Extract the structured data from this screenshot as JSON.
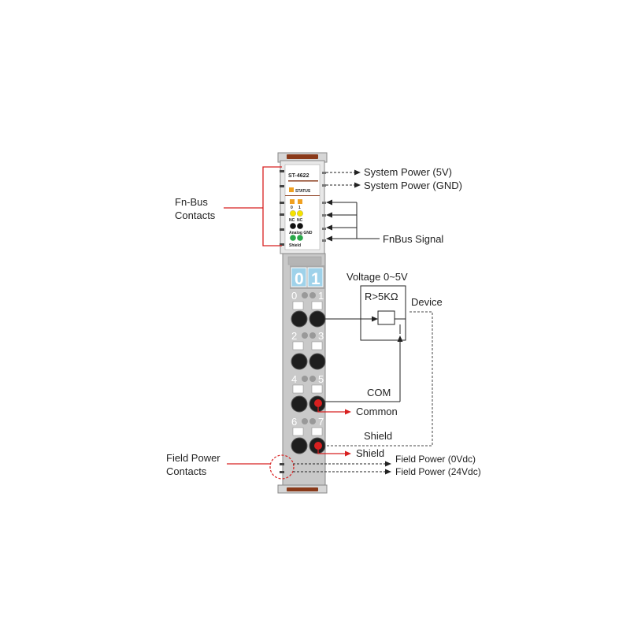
{
  "module": {
    "model": "ST-4622",
    "status_label": "STATUS",
    "led_channels": [
      "0",
      "1"
    ],
    "nc_labels": [
      "NC",
      "NC"
    ],
    "analog_gnd_label": "Analog GND",
    "shield_label": "Shield",
    "channel_display": [
      "0",
      "1"
    ],
    "terminal_numbers": [
      "0",
      "1",
      "2",
      "3",
      "4",
      "5",
      "6",
      "7"
    ]
  },
  "labels": {
    "fn_bus_line1": "Fn-Bus",
    "fn_bus_line2": "Contacts",
    "field_power_line1": "Field Power",
    "field_power_line2": "Contacts",
    "system_power_5v": "System Power (5V)",
    "system_power_gnd": "System Power (GND)",
    "fnbus_signal": "FnBus Signal",
    "voltage": "Voltage 0~5V",
    "resistance": "R>5KΩ",
    "device": "Device",
    "com": "COM",
    "common": "Common",
    "shield_top": "Shield",
    "shield_bottom": "Shield",
    "field_power_0v": "Field Power (0Vdc)",
    "field_power_24v": "Field Power (24Vdc)"
  },
  "colors": {
    "red_line": "#d82020",
    "module_body": "#c9c9c9",
    "module_cap": "#8a3a1a",
    "status_orange": "#f0a020",
    "led_yellow": "#f5e200",
    "led_black": "#111111",
    "led_green": "#2aa84a",
    "display_blue": "#9fd2ea"
  }
}
